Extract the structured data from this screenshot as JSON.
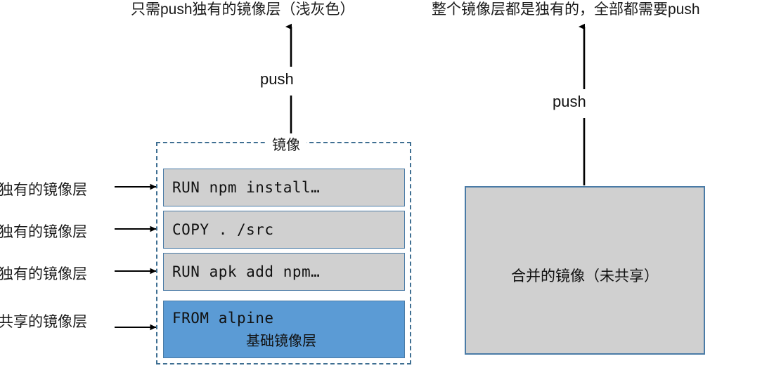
{
  "captions": {
    "left": "只需push独有的镜像层（浅灰色）",
    "right": "整个镜像层都是独有的，全部都需要push"
  },
  "arrows": {
    "left_push_label": "push",
    "right_push_label": "push"
  },
  "image_stack": {
    "container_label": "镜像",
    "layers": [
      {
        "code": "RUN npm install…",
        "subtitle": "",
        "kind": "unique",
        "side_label": "独有的镜像层"
      },
      {
        "code": "COPY . /src",
        "subtitle": "",
        "kind": "unique",
        "side_label": "独有的镜像层"
      },
      {
        "code": "RUN apk add npm…",
        "subtitle": "",
        "kind": "unique",
        "side_label": "独有的镜像层"
      },
      {
        "code": "FROM alpine",
        "subtitle": "基础镜像层",
        "kind": "base",
        "side_label": "共享的镜像层"
      }
    ]
  },
  "merged_image": {
    "label": "合并的镜像（未共享）"
  },
  "colors": {
    "unique_layer_fill": "#d0d0d0",
    "base_layer_fill": "#5b9bd5",
    "box_border": "#4a7ba6",
    "dashed_border": "#3f6f92",
    "arrow": "#000000",
    "text": "#111111",
    "background": "#ffffff"
  }
}
